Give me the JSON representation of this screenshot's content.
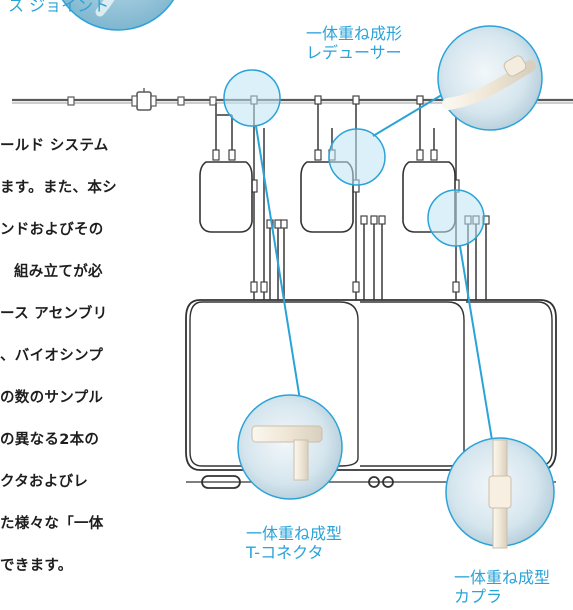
{
  "top_label": "ス ジョイント",
  "body_lines": [
    "ールド システム",
    "ます。また、本シ",
    "ンドおよびその",
    "組み立てが必",
    "ース アセンブリ",
    "、バイオシンプ",
    "の数のサンプル",
    "の異なる2本の",
    "クタおよびレ",
    "た様々な「一体",
    "できます。"
  ],
  "callouts": {
    "reducer": {
      "line1": "一体重ね成形",
      "line2": "レデューサー"
    },
    "t_connector": {
      "line1": "一体重ね成型",
      "line2": "T-コネクタ"
    },
    "coupler": {
      "line1": "一体重ね成型",
      "line2": "カプラ"
    }
  },
  "colors": {
    "accent": "#2aa3d8",
    "outline": "#333333",
    "tube": "#5a5a5a",
    "circle_fill": "#dff2fb"
  }
}
